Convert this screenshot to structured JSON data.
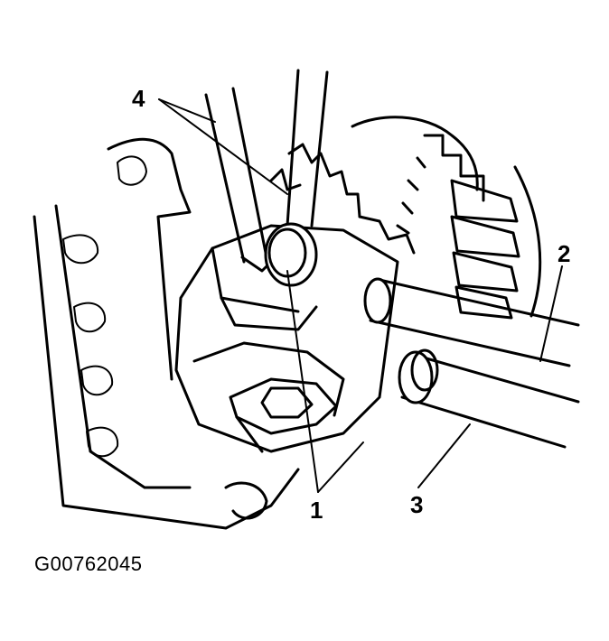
{
  "figure": {
    "id": "G00762045",
    "callouts": {
      "c1": "1",
      "c2": "2",
      "c3": "3",
      "c4": "4"
    }
  }
}
